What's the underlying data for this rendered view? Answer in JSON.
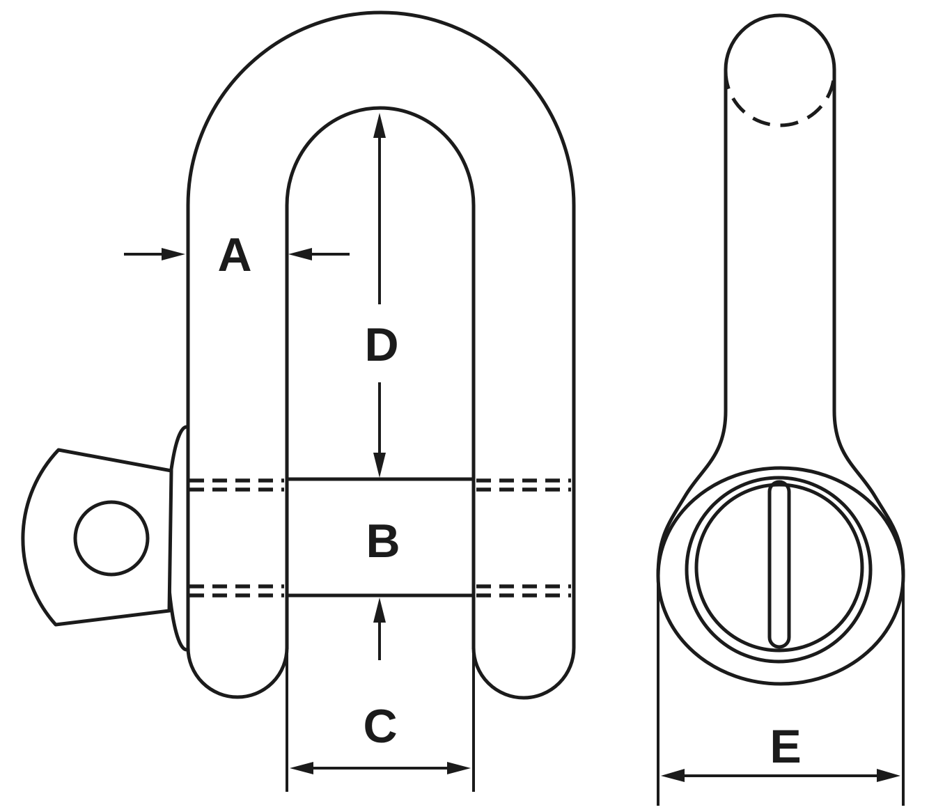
{
  "figure": {
    "subject": "Technical line drawing of a D-shackle with screw pin: front view with pin head, and side view of pin eye with slotted head",
    "background_color": "#ffffff",
    "line_color": "#1b1b1b",
    "labels": {
      "a": "A",
      "b": "B",
      "c": "C",
      "d": "D",
      "e": "E"
    }
  }
}
